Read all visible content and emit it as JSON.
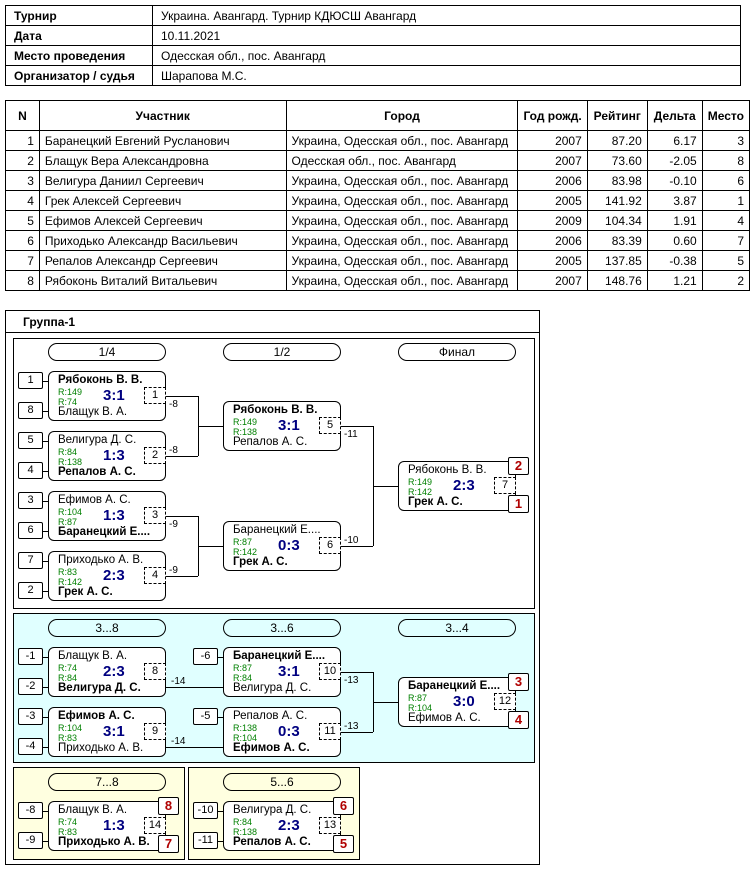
{
  "info": [
    {
      "label": "Турнир",
      "value": "Украина. Авангард. Турнир КДЮСШ Авангард"
    },
    {
      "label": "Дата",
      "value": "10.11.2021"
    },
    {
      "label": "Место проведения",
      "value": "Одесская обл., пос. Авангард"
    },
    {
      "label": "Организатор / судья",
      "value": "Шарапова М.С."
    }
  ],
  "participants": {
    "headers": [
      "N",
      "Участник",
      "Город",
      "Год рожд.",
      "Рейтинг",
      "Дельта",
      "Место"
    ],
    "rows": [
      [
        "1",
        "Баранецкий Евгений Русланович",
        "Украина, Одесская обл., пос. Авангард",
        "2007",
        "87.20",
        "6.17",
        "3"
      ],
      [
        "2",
        "Блащук Вера Александровна",
        "Одесская обл., пос. Авангард",
        "2007",
        "73.60",
        "-2.05",
        "8"
      ],
      [
        "3",
        "Велигура Даниил Сергеевич",
        "Украина, Одесская обл., пос. Авангард",
        "2006",
        "83.98",
        "-0.10",
        "6"
      ],
      [
        "4",
        "Грек Алексей Сергеевич",
        "Украина, Одесская обл., пос. Авангард",
        "2005",
        "141.92",
        "3.87",
        "1"
      ],
      [
        "5",
        "Ефимов Алексей Сергеевич",
        "Украина, Одесская обл., пос. Авангард",
        "2009",
        "104.34",
        "1.91",
        "4"
      ],
      [
        "6",
        "Приходько Александр Васильевич",
        "Украина, Одесская обл., пос. Авангард",
        "2006",
        "83.39",
        "0.60",
        "7"
      ],
      [
        "7",
        "Репалов Александр Сергеевич",
        "Украина, Одесская обл., пос. Авангард",
        "2005",
        "137.85",
        "-0.38",
        "5"
      ],
      [
        "8",
        "Рябоконь Виталий Витальевич",
        "Украина, Одесская обл., пос. Авангард",
        "2007",
        "148.76",
        "1.21",
        "2"
      ]
    ]
  },
  "group": {
    "title": "Группа-1",
    "rounds": [
      "1/4",
      "1/2",
      "Финал",
      "3...8",
      "3...6",
      "3...4",
      "7...8",
      "5...6"
    ],
    "seeds": [
      "1",
      "8",
      "5",
      "4",
      "3",
      "6",
      "7",
      "2",
      "-1",
      "-2",
      "-3",
      "-4",
      "-6",
      "-5",
      "-8",
      "-9",
      "-10",
      "-11"
    ],
    "loser_refs": [
      "-8",
      "-8",
      "-9",
      "-9",
      "-11",
      "-10",
      "-14",
      "-14",
      "-13",
      "-13"
    ],
    "matches": [
      {
        "num": "1",
        "p1": "Рябоконь В. В.",
        "r1": "R:149",
        "p2": "Блащук В. А.",
        "r2": "R:74",
        "score": "3:1",
        "winner": 1
      },
      {
        "num": "2",
        "p1": "Велигура Д. С.",
        "r1": "R:84",
        "p2": "Репалов А. С.",
        "r2": "R:138",
        "score": "1:3",
        "winner": 2
      },
      {
        "num": "3",
        "p1": "Ефимов А. С.",
        "r1": "R:104",
        "p2": "Баранецкий Е....",
        "r2": "R:87",
        "score": "1:3",
        "winner": 2
      },
      {
        "num": "4",
        "p1": "Приходько А. В.",
        "r1": "R:83",
        "p2": "Грек А. С.",
        "r2": "R:142",
        "score": "2:3",
        "winner": 2
      },
      {
        "num": "5",
        "p1": "Рябоконь В. В.",
        "r1": "R:149",
        "p2": "Репалов А. С.",
        "r2": "R:138",
        "score": "3:1",
        "winner": 1
      },
      {
        "num": "6",
        "p1": "Баранецкий Е....",
        "r1": "R:87",
        "p2": "Грек А. С.",
        "r2": "R:142",
        "score": "0:3",
        "winner": 2
      },
      {
        "num": "7",
        "p1": "Рябоконь В. В.",
        "r1": "R:149",
        "p2": "Грек А. С.",
        "r2": "R:142",
        "score": "2:3",
        "winner": 2,
        "place1": "2",
        "place2": "1"
      },
      {
        "num": "8",
        "p1": "Блащук В. А.",
        "r1": "R:74",
        "p2": "Велигура Д. С.",
        "r2": "R:84",
        "score": "2:3",
        "winner": 2
      },
      {
        "num": "9",
        "p1": "Ефимов А. С.",
        "r1": "R:104",
        "p2": "Приходько А. В.",
        "r2": "R:83",
        "score": "3:1",
        "winner": 1
      },
      {
        "num": "10",
        "p1": "Баранецкий Е....",
        "r1": "R:87",
        "p2": "Велигура Д. С.",
        "r2": "R:84",
        "score": "3:1",
        "winner": 1
      },
      {
        "num": "11",
        "p1": "Репалов А. С.",
        "r1": "R:138",
        "p2": "Ефимов А. С.",
        "r2": "R:104",
        "score": "0:3",
        "winner": 2
      },
      {
        "num": "12",
        "p1": "Баранецкий Е....",
        "r1": "R:87",
        "p2": "Ефимов А. С.",
        "r2": "R:104",
        "score": "3:0",
        "winner": 1,
        "place1": "3",
        "place2": "4"
      },
      {
        "num": "14",
        "p1": "Блащук В. А.",
        "r1": "R:74",
        "p2": "Приходько А. В.",
        "r2": "R:83",
        "score": "1:3",
        "winner": 2,
        "place1": "8",
        "place2": "7"
      },
      {
        "num": "13",
        "p1": "Велигура Д. С.",
        "r1": "R:84",
        "p2": "Репалов А. С.",
        "r2": "R:138",
        "score": "2:3",
        "winner": 2,
        "place1": "6",
        "place2": "5"
      }
    ]
  },
  "colors": {
    "rating": "#008000",
    "score": "#000080",
    "place": "#b00000",
    "panel_cyan": "#e0ffff",
    "panel_yellow": "#ffffe0"
  }
}
